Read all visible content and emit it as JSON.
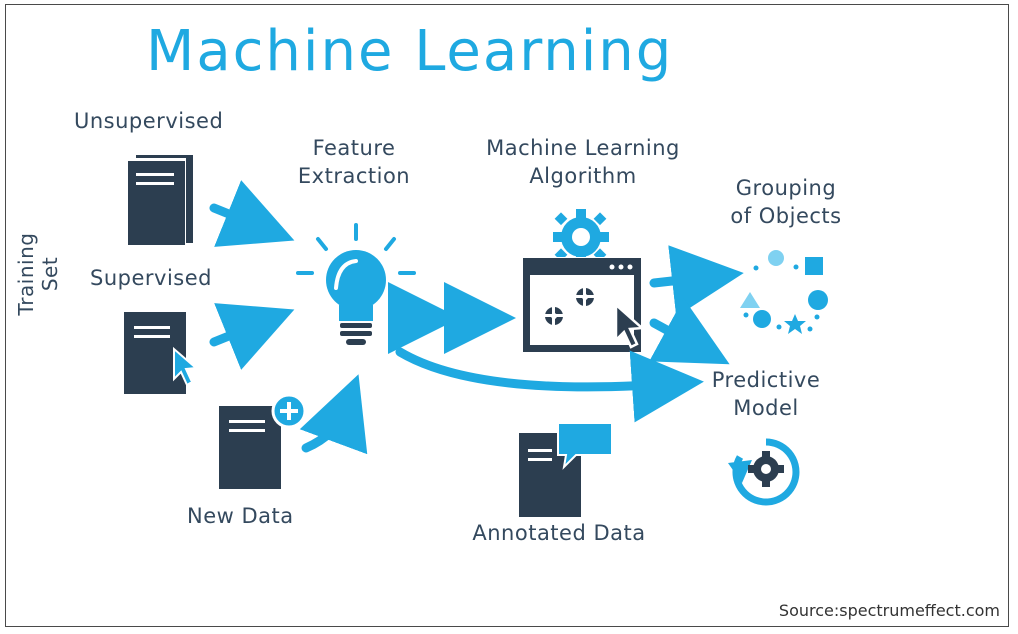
{
  "title": "Machine Learning",
  "side_label": "Training Set",
  "nodes": {
    "unsupervised": "Unsupervised",
    "supervised": "Supervised",
    "new_data": "New Data",
    "feature_extraction": [
      "Feature",
      "Extraction"
    ],
    "ml_algorithm": [
      "Machine Learning",
      "Algorithm"
    ],
    "grouping": [
      "Grouping",
      "of Objects"
    ],
    "predictive": [
      "Predictive",
      "Model"
    ],
    "annotated": "Annotated Data"
  },
  "source": "Source:spectrumeffect.com",
  "colors": {
    "accent": "#1fa9e1",
    "dark": "#2c3e50",
    "text": "#34495e"
  }
}
